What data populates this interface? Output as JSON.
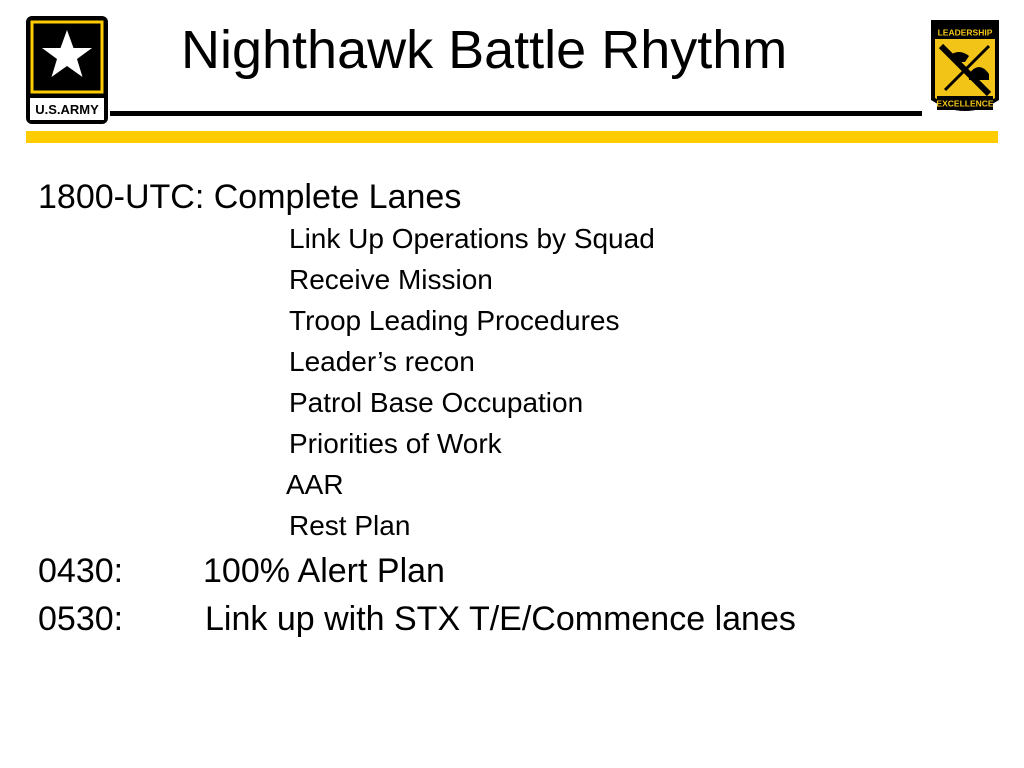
{
  "slide": {
    "title": "Nighthawk Battle Rhythm",
    "logo_text": "U.S.ARMY",
    "crest_text": [
      "LEADERSHIP",
      "EXCELLENCE"
    ],
    "colors": {
      "gold": "#ffcc00",
      "black": "#000000",
      "crest_gold": "#f2c418"
    }
  },
  "schedule": {
    "main": {
      "label": "1800-UTC: Complete Lanes"
    },
    "sub_items": [
      "Link Up Operations by Squad",
      "Receive Mission",
      "Troop Leading Procedures",
      "Leader’s recon",
      "Patrol Base Occupation",
      "Priorities of Work",
      "AAR",
      "Rest Plan"
    ],
    "entries": [
      {
        "time": "0430:",
        "text": "100% Alert Plan"
      },
      {
        "time": "0530:",
        "text": "Link up with STX T/E/Commence lanes"
      }
    ]
  }
}
